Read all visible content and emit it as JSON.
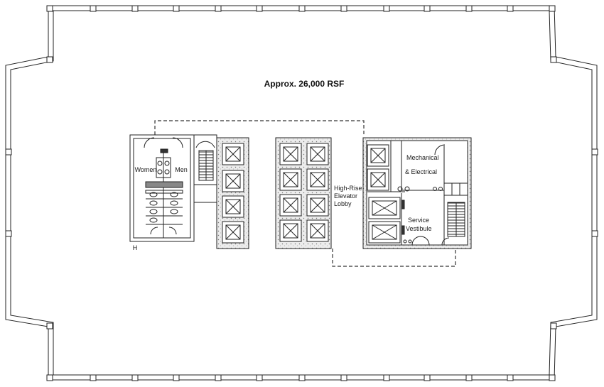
{
  "plan": {
    "title": "Approx. 26,000 RSF",
    "rooms": {
      "women": "Women",
      "men": "Men",
      "lobby": [
        "High-Rise",
        "Elevator",
        "Lobby"
      ],
      "mechanical": [
        "Mechanical",
        "& Electrical"
      ],
      "service": [
        "Service",
        "Vestibule"
      ]
    },
    "marker": "H"
  },
  "colors": {
    "wall": "#222222",
    "hatch": "#d9d9d9",
    "dashed": "#333333"
  }
}
